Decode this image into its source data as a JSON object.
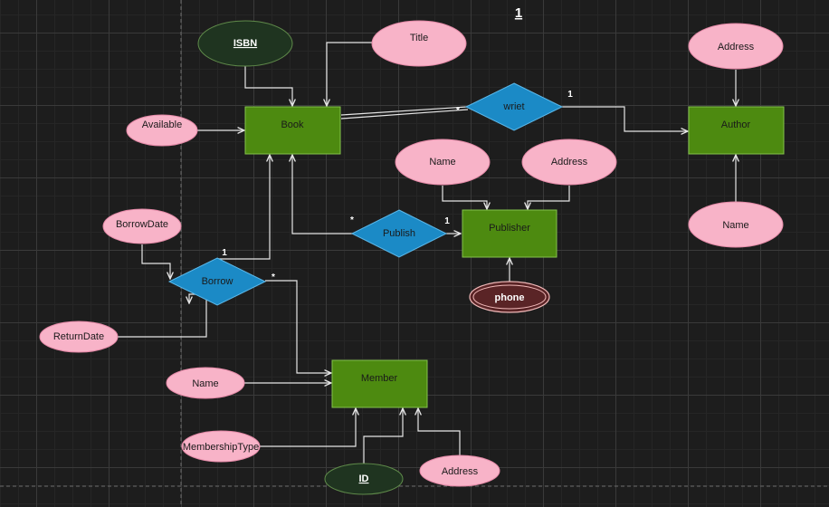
{
  "page_title": "1",
  "colors": {
    "entity_fill": "#4d8a10",
    "relationship_fill": "#1b8ac6",
    "attribute_fill": "#f8b3c8",
    "key_fill": "#1f3420",
    "multivalued_fill": "#5a2426",
    "edge": "#e6e6e6"
  },
  "entities": {
    "book": "Book",
    "author": "Author",
    "publisher": "Publisher",
    "member": "Member"
  },
  "relationships": {
    "wriet": "wriet",
    "publish": "Publish",
    "borrow": "Borrow"
  },
  "attributes": {
    "book_isbn": "ISBN",
    "book_title": "Title",
    "book_available": "Available",
    "author_address": "Address",
    "author_name": "Name",
    "publisher_name": "Name",
    "publisher_address": "Address",
    "publisher_phone": "phone",
    "borrow_date": "BorrowDate",
    "return_date": "ReturnDate",
    "member_name": "Name",
    "member_type": "MembershipType",
    "member_id": "ID",
    "member_address": "Address"
  },
  "cardinalities": {
    "wriet_book": "*",
    "wriet_author": "1",
    "publish_book": "*",
    "publish_publisher": "1",
    "borrow_book": "1",
    "borrow_member": "*"
  }
}
